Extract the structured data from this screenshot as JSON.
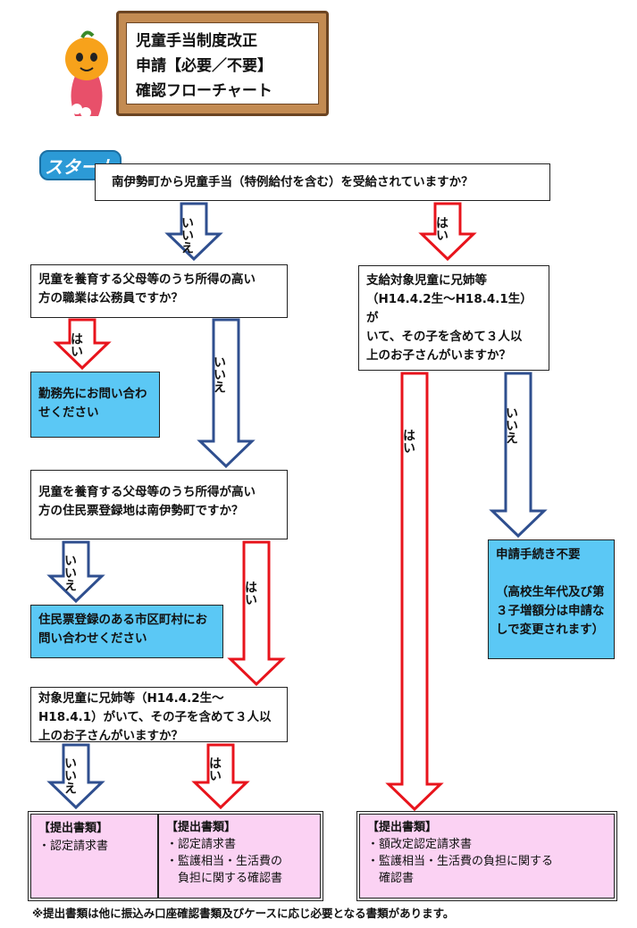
{
  "title": {
    "lines": [
      "児童手当制度改正",
      "申請【必要／不要】",
      "確認フローチャート"
    ]
  },
  "start_label": "スタート",
  "q1": "南伊勢町から児童手当（特例給付を含む）を受給されていますか？",
  "q2": [
    "児童を養育する父母等のうち所得の高い",
    "方の職業は公務員ですか？"
  ],
  "q3": [
    "支給対象児童に兄姉等",
    "（H14.4.2生～H18.4.1生）が",
    "いて、その子を含めて３人以",
    "上のお子さんがいますか？"
  ],
  "r_workplace": [
    "勤務先にお問い合わ",
    "せください"
  ],
  "q4": [
    "児童を養育する父母等のうち所得が高い",
    "方の住民票登録地は南伊勢町ですか？"
  ],
  "r_municipality": [
    "住民票登録のある市区町村にお",
    "問い合わせください"
  ],
  "r_noapp": [
    "申請手続き不要",
    "",
    "（高校生年代及び第",
    "３子増額分は申請な",
    "しで変更されます）"
  ],
  "q5": [
    "対象児童に兄姉等（H14.4.2生～",
    "H18.4.1）がいて、その子を含めて３人以",
    "上のお子さんがいますか？"
  ],
  "doc1": [
    "【提出書類】",
    "・認定請求書"
  ],
  "doc2": [
    "【提出書類】",
    "・認定請求書",
    "・監護相当・生活費の",
    "　負担に関する確認書"
  ],
  "doc3": [
    "【提出書類】",
    "・額改定認定請求書",
    "・監護相当・生活費の負担に関する",
    "　確認書"
  ],
  "labels": {
    "yes": "はい",
    "no": "いいえ"
  },
  "footnote": "※提出書類は他に振込み口座確認書類及びケースに応じ必要となる書類があります。",
  "colors": {
    "yes_arrow": "#e8141c",
    "no_arrow": "#2f4f8f",
    "result_blue": "#5bc8f5",
    "docs_pink": "#fbd2f3"
  }
}
